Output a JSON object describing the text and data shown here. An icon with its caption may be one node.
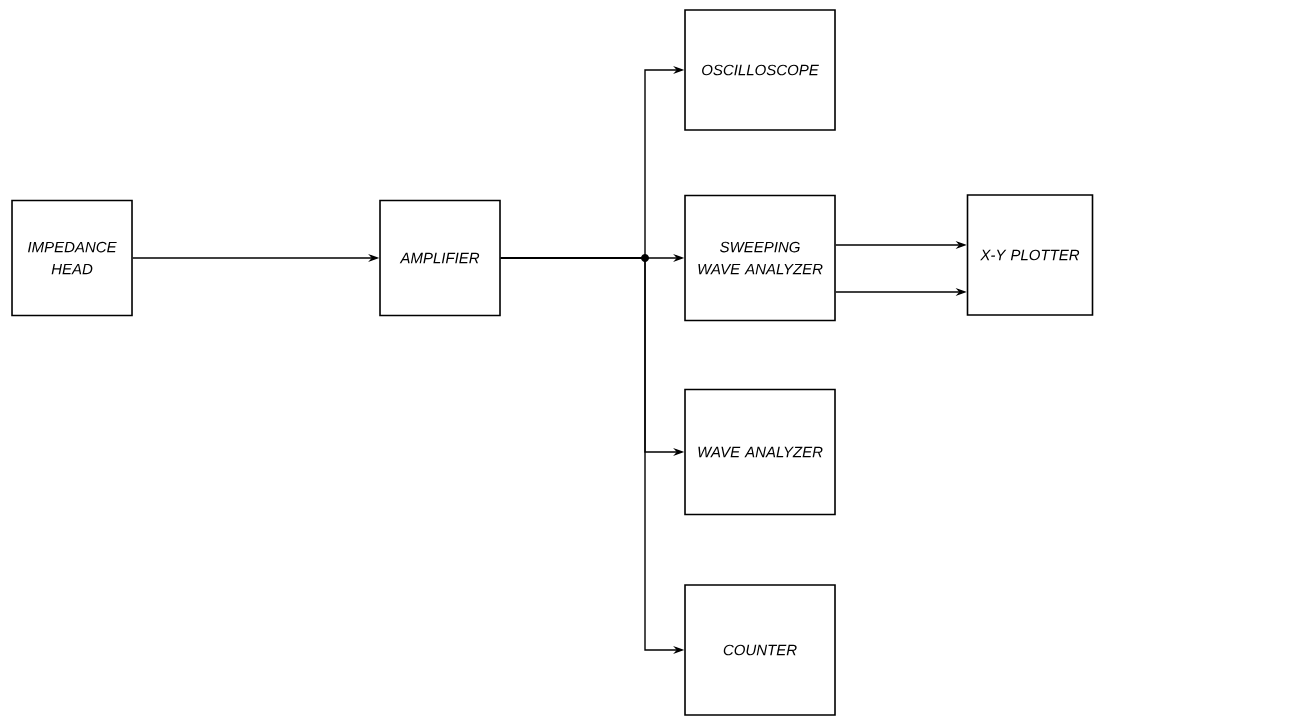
{
  "diagram": {
    "nodes": [
      {
        "text": [
          "IMPEDANCE HEAD"
        ]
      },
      {
        "text": [
          "AMPLIFIER"
        ]
      },
      {
        "text": [
          "OSCILLOSCOPE"
        ]
      },
      {
        "text": [
          "SWEEPING WAVE ANALYZER"
        ]
      },
      {
        "text": [
          "WAVE ANALYZER"
        ]
      },
      {
        "text": [
          "COUNTER"
        ]
      },
      {
        "text": [
          "X-Y PLOTTER"
        ]
      }
    ],
    "edges": [
      {
        "from": 0,
        "to": 1,
        "arrow": "to"
      },
      {
        "from": 1,
        "to": 2,
        "arrow": "to"
      },
      {
        "from": 1,
        "to": 3,
        "arrow": "to"
      },
      {
        "from": 1,
        "to": 4,
        "arrow": "to"
      },
      {
        "from": 1,
        "to": 5,
        "arrow": "to"
      },
      {
        "from": 3,
        "to": 6,
        "arrow": "to"
      },
      {
        "from": 3,
        "to": 6,
        "arrow": "to"
      }
    ]
  }
}
